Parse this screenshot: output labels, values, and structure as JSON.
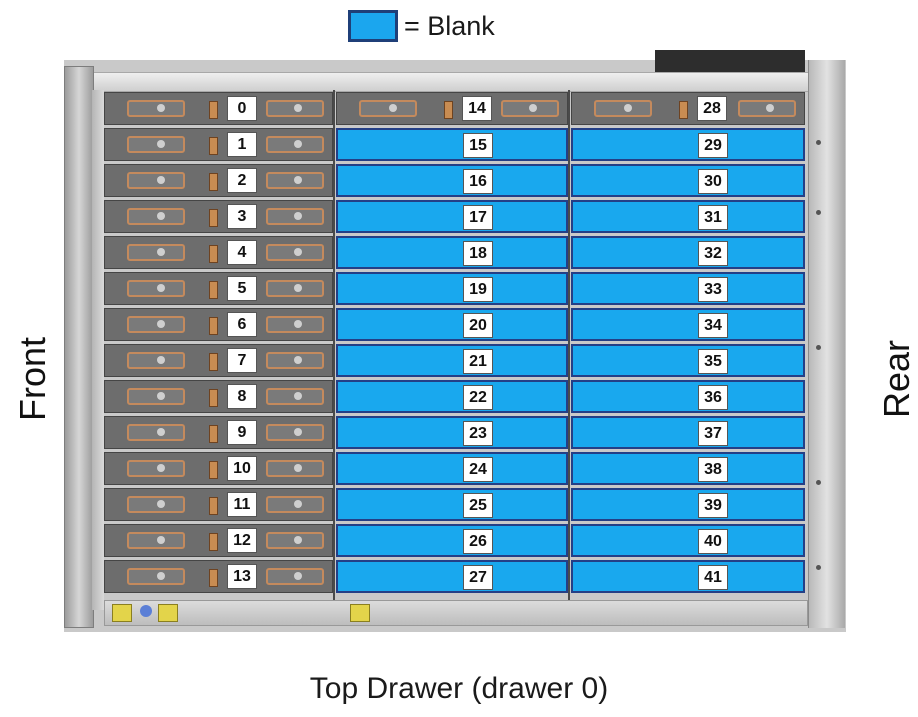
{
  "legend": {
    "swatch_color": "#1ba6ee",
    "text": "= Blank"
  },
  "labels": {
    "front": "Front",
    "rear": "Rear"
  },
  "caption": "Top Drawer (drawer 0)",
  "drawer": {
    "columns": [
      {
        "name": "front",
        "slots": [
          "0",
          "1",
          "2",
          "3",
          "4",
          "5",
          "6",
          "7",
          "8",
          "9",
          "10",
          "11",
          "12",
          "13"
        ],
        "blank": [
          false,
          false,
          false,
          false,
          false,
          false,
          false,
          false,
          false,
          false,
          false,
          false,
          false,
          false
        ]
      },
      {
        "name": "middle",
        "slots": [
          "14",
          "15",
          "16",
          "17",
          "18",
          "19",
          "20",
          "21",
          "22",
          "23",
          "24",
          "25",
          "26",
          "27"
        ],
        "blank": [
          false,
          true,
          true,
          true,
          true,
          true,
          true,
          true,
          true,
          true,
          true,
          true,
          true,
          true
        ]
      },
      {
        "name": "rear",
        "slots": [
          "28",
          "29",
          "30",
          "31",
          "32",
          "33",
          "34",
          "35",
          "36",
          "37",
          "38",
          "39",
          "40",
          "41"
        ],
        "blank": [
          false,
          true,
          true,
          true,
          true,
          true,
          true,
          true,
          true,
          true,
          true,
          true,
          true,
          true
        ]
      }
    ]
  },
  "colors": {
    "blank": "#19a8ee",
    "blank_border": "#243f86",
    "disk": "#6d6d6d"
  }
}
